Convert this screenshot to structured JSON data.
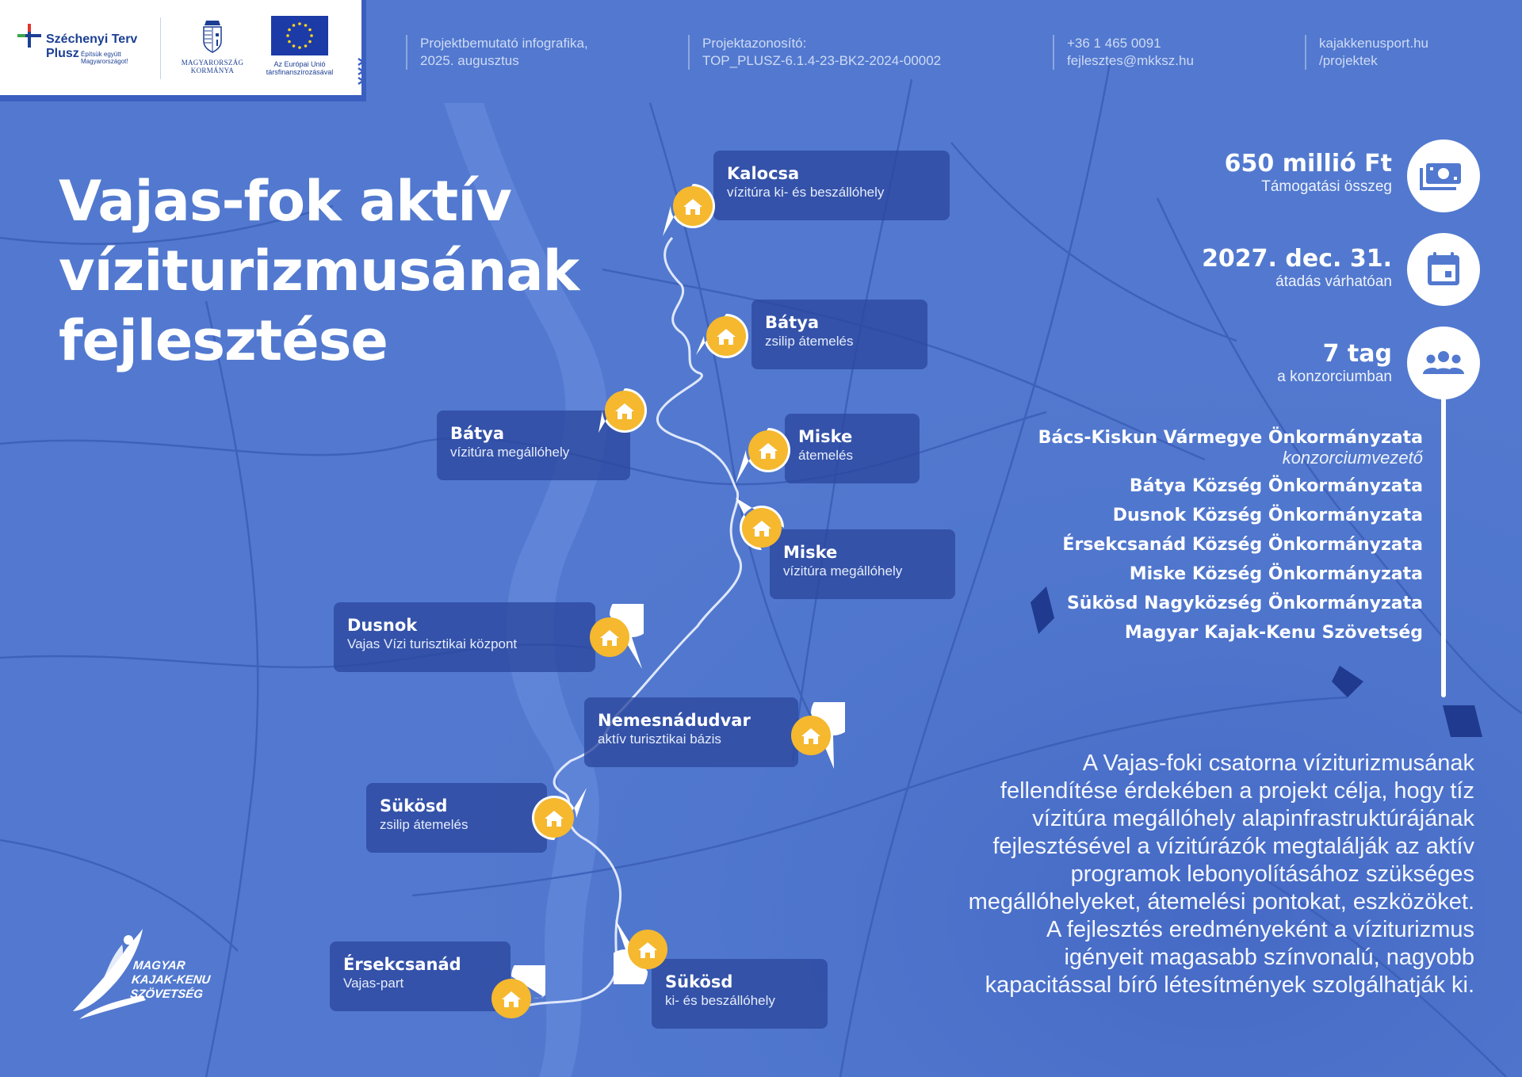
{
  "header": {
    "szechenyi": {
      "line1": "Széchenyi Terv",
      "line2": "Plusz",
      "tagline": "Építsük együtt Magyarországot!"
    },
    "government": {
      "line1": "MAGYARORSZÁG",
      "line2": "KORMÁNYA"
    },
    "eu": {
      "line1": "Az Európai Unió",
      "line2": "társfinanszírozásával"
    },
    "info": [
      {
        "line1": "Projektbemutató infografika,",
        "line2": "2025. augusztus"
      },
      {
        "line1": "Projektazonosító:",
        "line2": "TOP_PLUSZ-6.1.4-23-BK2-2024-00002"
      },
      {
        "line1": "+36 1 465 0091",
        "line2": "fejlesztes@mkksz.hu"
      },
      {
        "line1": "kajakkenusport.hu",
        "line2": "/projektek"
      }
    ]
  },
  "title": {
    "line1": "Vajas-fok aktív",
    "line2": "víziturizmusának",
    "line3": "fejlesztése"
  },
  "locations": [
    {
      "name": "Kalocsa",
      "desc": "vízitúra ki- és beszállóhely"
    },
    {
      "name": "Bátya",
      "desc": "zsilip átemelés"
    },
    {
      "name": "Bátya",
      "desc": "vízitúra megállóhely"
    },
    {
      "name": "Miske",
      "desc": "átemelés"
    },
    {
      "name": "Miske",
      "desc": "vízitúra megállóhely"
    },
    {
      "name": "Dusnok",
      "desc": "Vajas Vízi turisztikai központ"
    },
    {
      "name": "Nemesnádudvar",
      "desc": "aktív turisztikai bázis"
    },
    {
      "name": "Sükösd",
      "desc": "zsilip átemelés"
    },
    {
      "name": "Érsekcsanád",
      "desc": "Vajas-part"
    },
    {
      "name": "Sükösd",
      "desc": "ki- és beszállóhely"
    }
  ],
  "stats": [
    {
      "value": "650 millió Ft",
      "label": "Támogatási összeg",
      "icon": "money-icon"
    },
    {
      "value": "2027. dec. 31.",
      "label": "átadás várhatóan",
      "icon": "calendar-icon"
    },
    {
      "value": "7 tag",
      "label": "a konzorciumban",
      "icon": "group-icon"
    }
  ],
  "consortium": {
    "leader": "Bács-Kiskun Vármegye Önkormányzata",
    "leader_role": "konzorciumvezető",
    "members": [
      "Bátya Község Önkormányzata",
      "Dusnok Község Önkormányzata",
      "Érsekcsanád Község Önkormányzata",
      "Miske Község Önkormányzata",
      "Sükösd Nagyközség Önkormányzata",
      "Magyar Kajak-Kenu Szövetség"
    ]
  },
  "description": [
    "A Vajas-foki csatorna víziturizmusának",
    "fellendítése érdekében a projekt célja, hogy tíz",
    "vízitúra megállóhely alapinfrastruktúrájának",
    "fejlesztésével a vízitúrázók megtalálják az aktív",
    "programok lebonyolításához szükséges",
    "megállóhelyeket, átemelési pontokat, eszközöket.",
    "A fejlesztés eredményeként a víziturizmus",
    "igényeit magasabb színvonalú, nagyobb",
    "kapacitással bíró létesítmények szolgálhatják ki."
  ],
  "footer_logo": {
    "line1": "MAGYAR",
    "line2": "KAJAK-KENU",
    "line3": "SZÖVETSÉG"
  },
  "colors": {
    "background": "#5279cf",
    "card": "#2c489e",
    "pin": "#f5b82e",
    "river": "#6a8ee0",
    "white": "#ffffff"
  }
}
